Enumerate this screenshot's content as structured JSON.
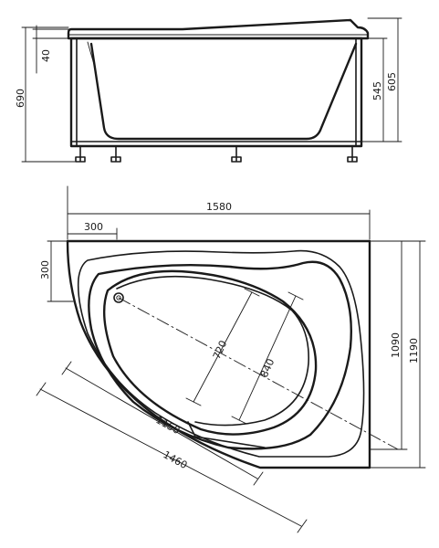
{
  "dimensions": {
    "rim_height": "40",
    "total_height": "690",
    "inner_depth": "545",
    "tub_height": "605",
    "overall_length": "1580",
    "corner_width": "300",
    "corner_height": "300",
    "inner_width": "720",
    "outer_width": "840",
    "inner_length": "1150",
    "outer_length": "1460",
    "side_1090": "1090",
    "overall_width": "1190"
  }
}
